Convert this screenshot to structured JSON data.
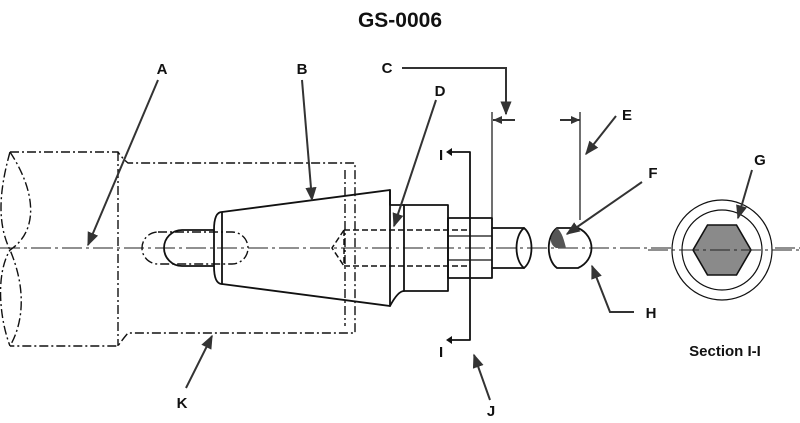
{
  "title": "GS-0006",
  "section_caption": "Section I-I",
  "section_marks": {
    "top": "I",
    "bottom": "I"
  },
  "callouts": {
    "A": "A",
    "B": "B",
    "C": "C",
    "D": "D",
    "E": "E",
    "F": "F",
    "G": "G",
    "H": "H",
    "J": "J",
    "K": "K"
  },
  "colors": {
    "line": "#111111",
    "section_fill": "#8a8a8a",
    "leader": "#333333"
  }
}
